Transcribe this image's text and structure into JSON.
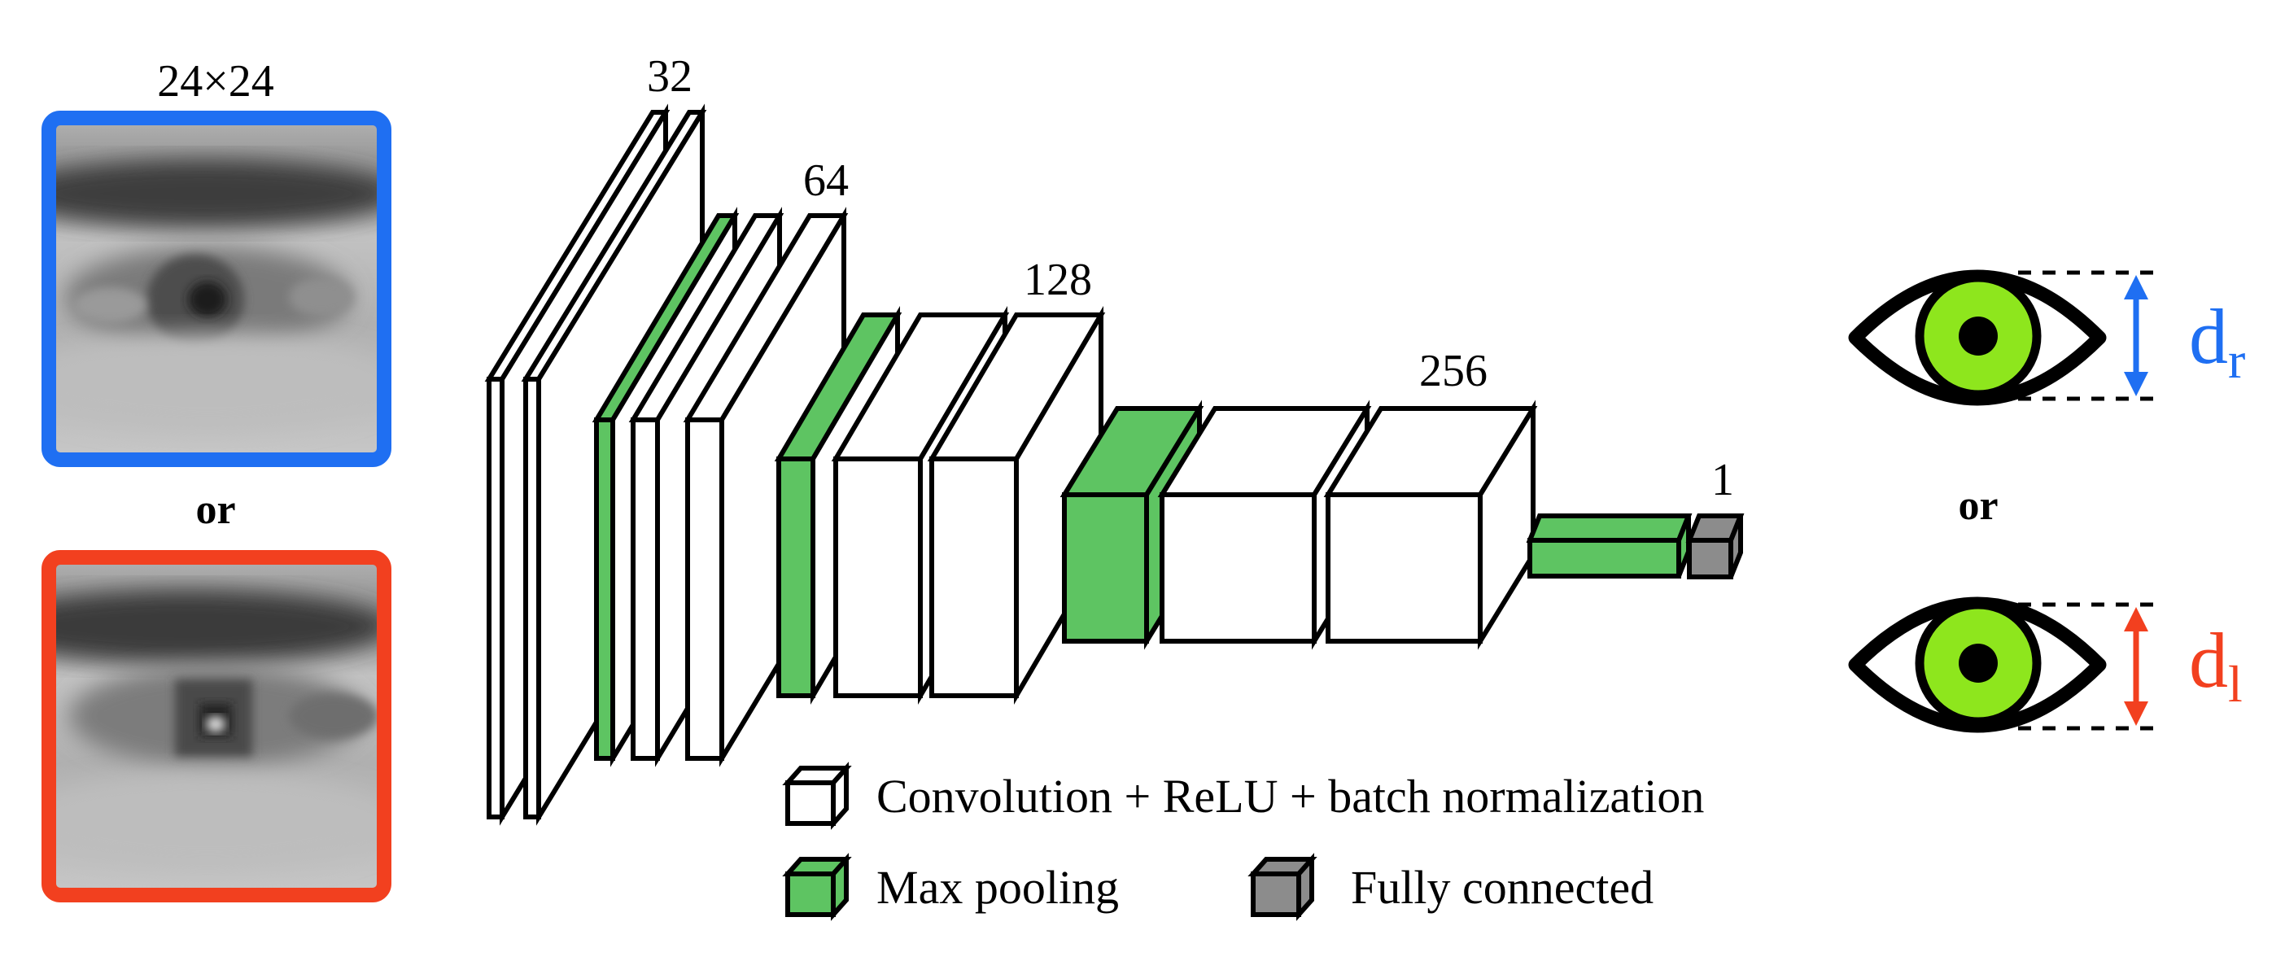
{
  "input": {
    "size_label": "24×24",
    "or_label": "or",
    "right_eye_border_color": "#1f6ff2",
    "left_eye_border_color": "#f2401f"
  },
  "network": {
    "channel_labels": {
      "c32": "32",
      "c64": "64",
      "c128": "128",
      "c256": "256",
      "c1": "1"
    },
    "colors": {
      "conv": "#ffffff",
      "pool": "#5ec462",
      "fc": "#8c8c8c"
    }
  },
  "legend": {
    "conv": "Convolution + ReLU + batch normalization",
    "pool": "Max pooling",
    "fc": "Fully connected"
  },
  "output": {
    "or_label": "or",
    "right_label": {
      "main": "d",
      "sub": "r"
    },
    "left_label": {
      "main": "d",
      "sub": "l"
    },
    "right_color": "#1f6ff2",
    "left_color": "#f2401f",
    "iris_color": "#8ee61d"
  }
}
